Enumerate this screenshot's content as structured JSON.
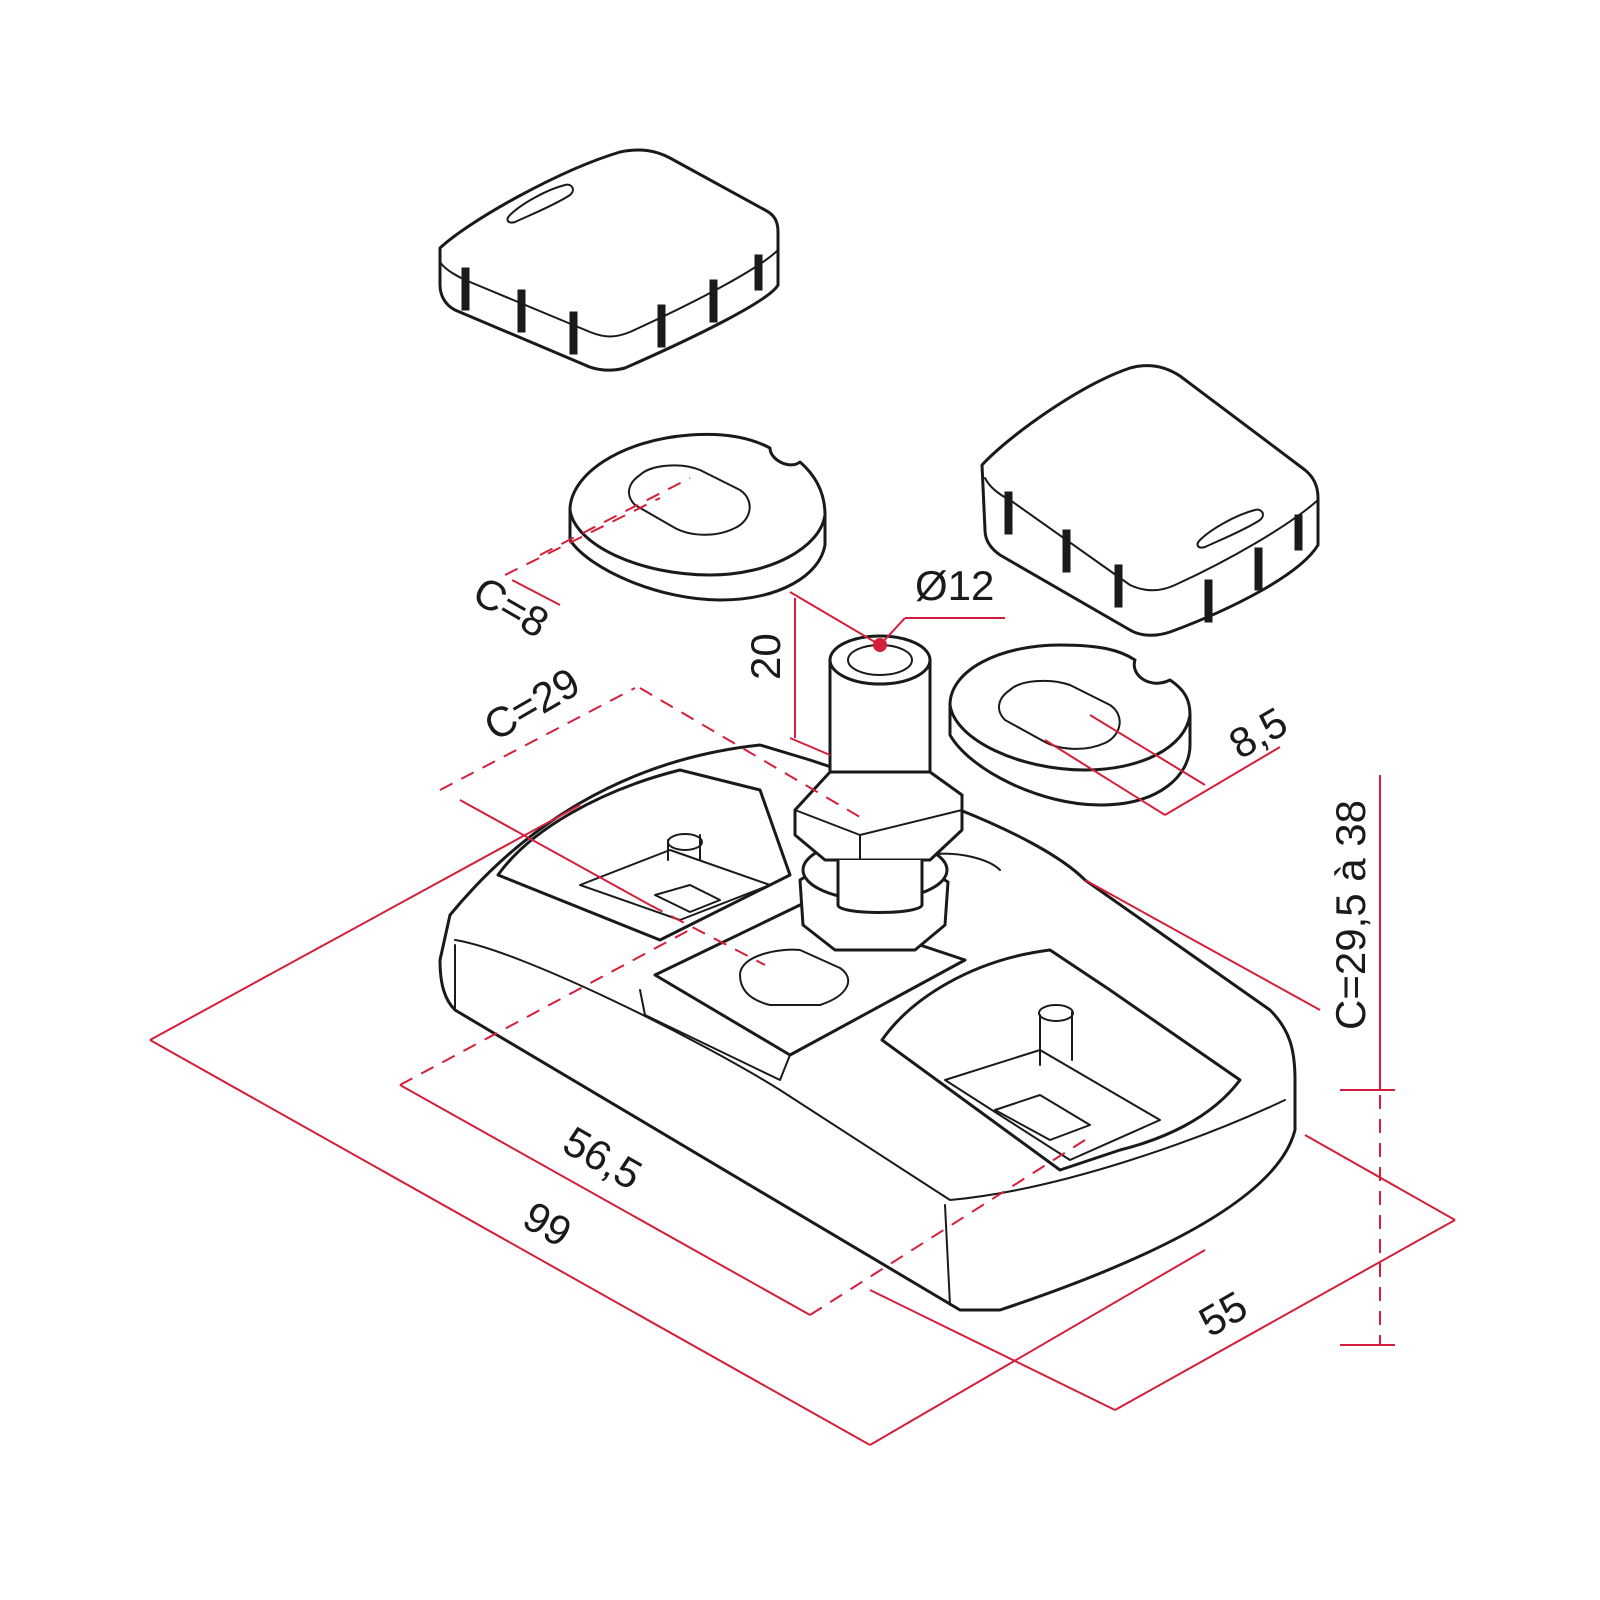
{
  "colors": {
    "dimension": "#d41f3a",
    "outline": "#1a1a1a",
    "background": "#ffffff"
  },
  "dimensions": {
    "pin_diameter": "Ø12",
    "pin_height": "20",
    "slot_travel_small": "C=8",
    "slot_travel_large": "C=29",
    "washer_slot_width": "8,5",
    "height_range": "C=29,5 à 38",
    "hole_spacing": "56,5",
    "base_length": "99",
    "base_width": "55"
  }
}
